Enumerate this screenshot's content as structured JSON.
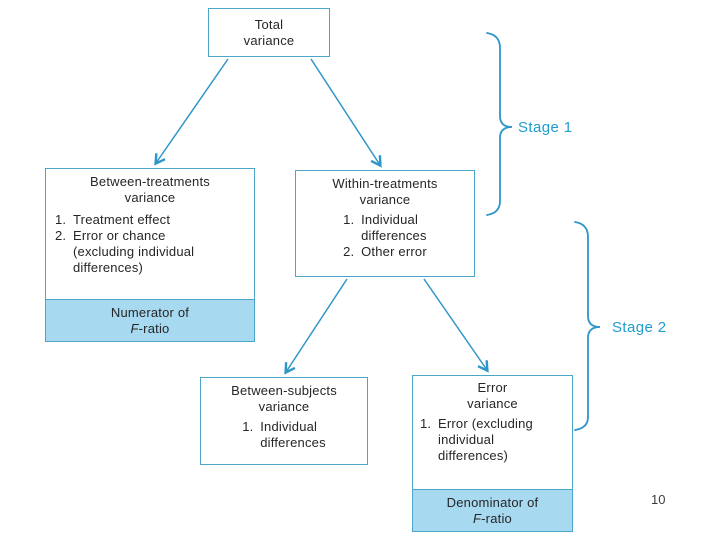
{
  "colors": {
    "box_border": "#4CA6C9",
    "band_fill": "#A7D9F1",
    "connector": "#2E96C8",
    "stage_label": "#219DCB",
    "text": "#262626"
  },
  "boxes": {
    "total": {
      "title": [
        "Total",
        "variance"
      ]
    },
    "between_treatments": {
      "title": [
        "Between-treatments",
        "variance"
      ],
      "items": [
        {
          "num": "1.",
          "lines": [
            "Treatment effect"
          ]
        },
        {
          "num": "2.",
          "lines": [
            "Error or chance",
            "(excluding individual",
            "differences)"
          ]
        }
      ],
      "band": {
        "top": "Numerator of",
        "f": "F",
        "suffix": "-ratio"
      }
    },
    "within_treatments": {
      "title": [
        "Within-treatments",
        "variance"
      ],
      "items": [
        {
          "num": "1.",
          "lines": [
            "Individual",
            "differences"
          ]
        },
        {
          "num": "2.",
          "lines": [
            "Other error"
          ]
        }
      ]
    },
    "between_subjects": {
      "title": [
        "Between-subjects",
        "variance"
      ],
      "items": [
        {
          "num": "1.",
          "lines": [
            "Individual",
            "differences"
          ]
        }
      ]
    },
    "error": {
      "title": [
        "Error",
        "variance"
      ],
      "items": [
        {
          "num": "1.",
          "lines": [
            "Error (excluding",
            "individual",
            "differences)"
          ]
        }
      ],
      "band": {
        "top": "Denominator of",
        "f": "F",
        "suffix": "-ratio"
      }
    }
  },
  "stages": [
    {
      "label": "Stage 1"
    },
    {
      "label": "Stage 2"
    }
  ],
  "page_number": "10"
}
